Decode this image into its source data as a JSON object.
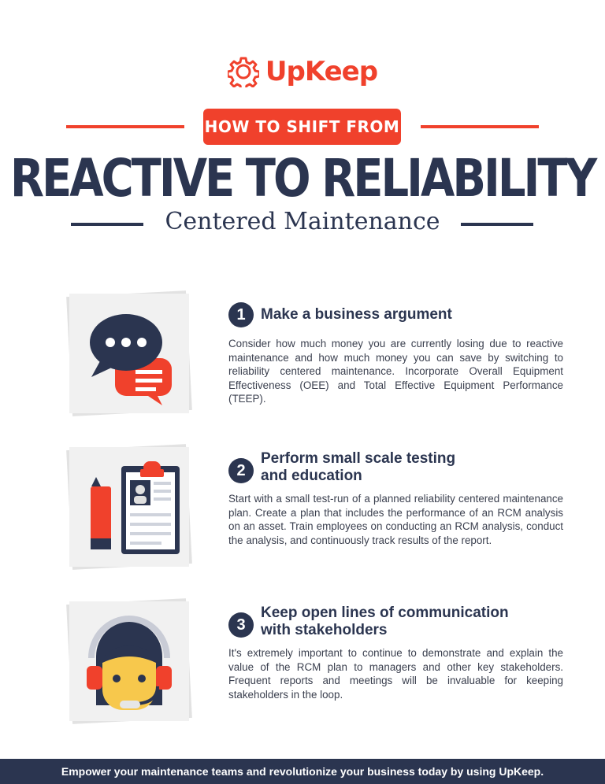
{
  "brand": {
    "name": "UpKeep",
    "color": "#f0412c",
    "icon": "gear-icon"
  },
  "header": {
    "badge": "HOW TO SHIFT FROM",
    "headline": "REACTIVE TO RELIABILITY",
    "subhead": "Centered Maintenance"
  },
  "steps": [
    {
      "number": "1",
      "title_line1": "Make a business argument",
      "title_line2": "",
      "body": "Consider how much money you are currently losing due to reactive maintenance and how much money you can save by switching to reliability centered maintenance. Incorporate Overall Equipment Effectiveness (OEE) and Total Effective Equipment Performance (TEEP).",
      "icon": "chat-bubbles-icon"
    },
    {
      "number": "2",
      "title_line1": "Perform small scale testing",
      "title_line2": "and education",
      "body": "Start with a small test-run of a planned reliability centered maintenance plan. Create a plan that includes the performance of an RCM analysis on an asset. Train employees on conducting an RCM analysis, conduct the analysis, and continuously track results of the report.",
      "icon": "clipboard-icon"
    },
    {
      "number": "3",
      "title_line1": "Keep open lines of communication",
      "title_line2": "with stakeholders",
      "body": "It's extremely important to continue to demonstrate and explain the value of the RCM plan to managers and other key stakeholders. Frequent reports and meetings will be invaluable for keeping stakeholders in the loop.",
      "icon": "headset-agent-icon"
    }
  ],
  "footer": {
    "text": "Empower your maintenance teams and revolutionize your business today by using UpKeep."
  },
  "colors": {
    "navy": "#2b3550",
    "red": "#f0412c",
    "card": "#f1f1f1"
  }
}
